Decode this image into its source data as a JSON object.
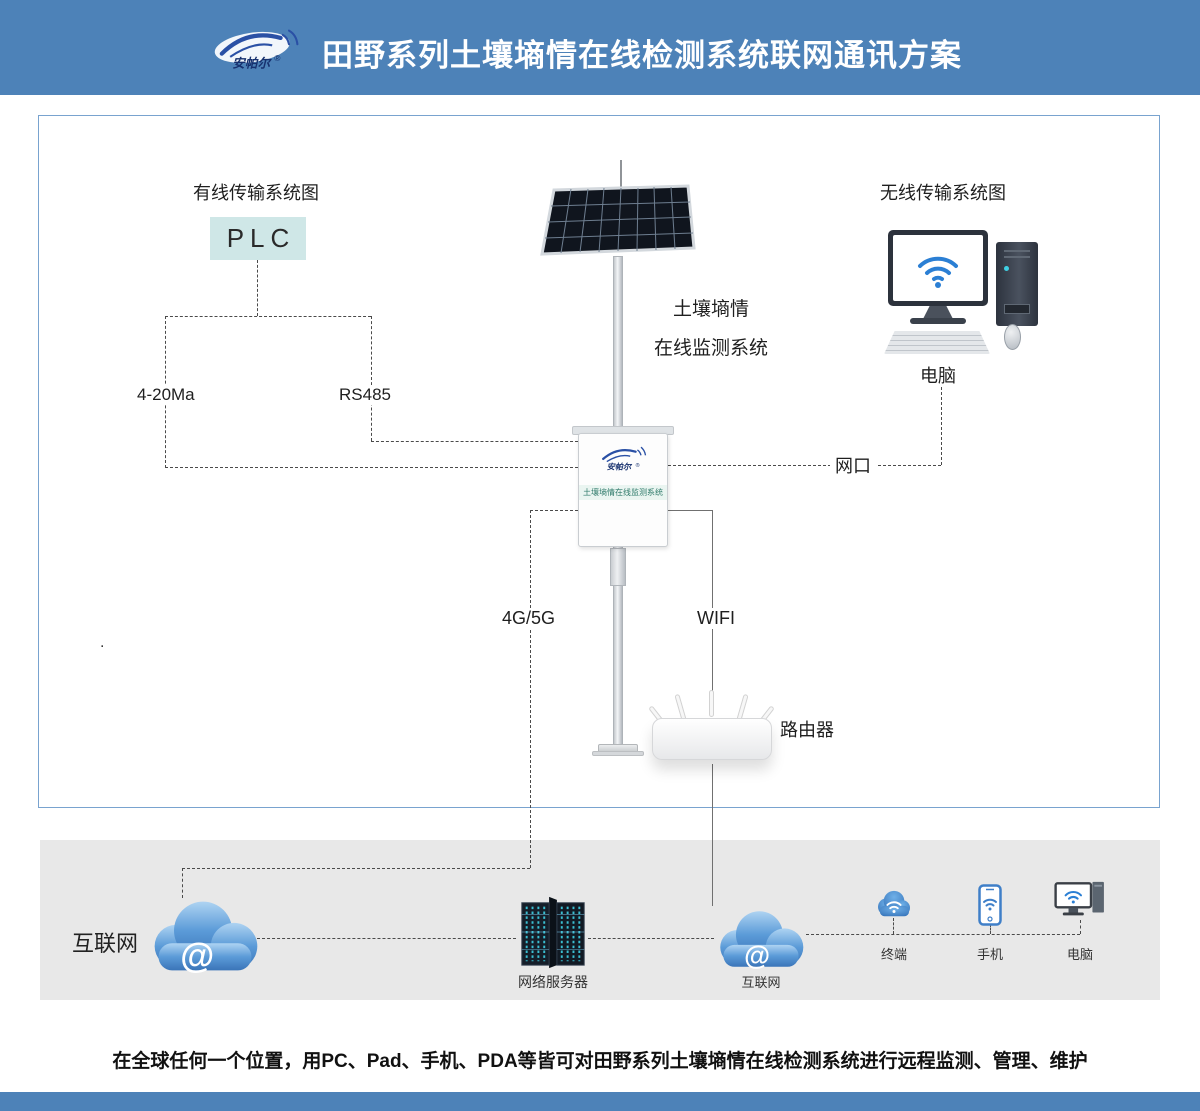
{
  "colors": {
    "header_bg": "#4d82b8",
    "footer_bar_bg": "#4d82b8",
    "plc_bg": "#cfe7e7",
    "band_bg": "#e8e8e8",
    "wifi_blue": "#2b7fd4",
    "cloud_blue": "#3f7fc4",
    "server_led": "#3fd0e4",
    "line_color": "#4a4a4a"
  },
  "header": {
    "logo_text": "安帕尔",
    "logo_reg": "®",
    "title": "田野系列土壤墒情在线检测系统联网通讯方案"
  },
  "diagram": {
    "wired_system_label": "有线传输系统图",
    "wireless_system_label": "无线传输系统图",
    "plc_label": "PLC",
    "signal_420ma": "4-20Ma",
    "signal_rs485": "RS485",
    "station_name_line1": "土壤墒情",
    "station_name_line2": "在线监测系统",
    "device_logo_text": "安帕尔",
    "device_logo_reg": "®",
    "device_title": "土壤墒情在线监测系统",
    "computer_label": "电脑",
    "net_port_label": "网口",
    "mobile_network_label": "4G/5G",
    "wifi_label": "WIFI",
    "router_label": "路由器",
    "stray_dot": "."
  },
  "bottom_band": {
    "internet_left_label": "互联网",
    "server_label": "网络服务器",
    "internet_center_label": "互联网",
    "terminal_label": "终端",
    "phone_label": "手机",
    "pc_label": "电脑",
    "cloud_at": "@"
  },
  "footer": {
    "description": "在全球任何一个位置，用PC、Pad、手机、PDA等皆可对田野系列土壤墒情在线检测系统进行远程监测、管理、维护"
  }
}
